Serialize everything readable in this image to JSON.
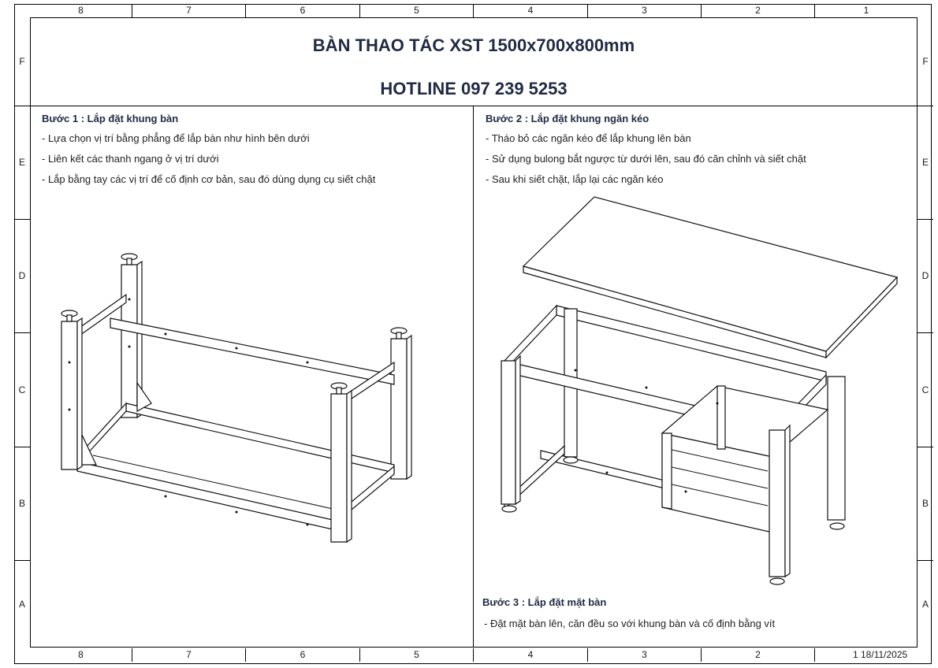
{
  "header": {
    "title": "BÀN THAO TÁC XST 1500x700x800mm",
    "hotline": "HOTLINE 097 239 5253"
  },
  "zones": {
    "columns": [
      "8",
      "7",
      "6",
      "5",
      "4",
      "3",
      "2",
      "1"
    ],
    "rows": [
      "F",
      "E",
      "D",
      "C",
      "B",
      "A"
    ]
  },
  "step1": {
    "heading": "Bước 1 : Lắp đặt khung bàn",
    "lines": [
      "- Lựa chọn vị trí bằng phẳng để lắp bàn như hình bên dưới",
      "- Liên kết các thanh ngang ở vị trí dưới",
      "- Lắp bằng tay các vị trí để cố định cơ bản, sau đó dùng dụng cụ siết chặt"
    ]
  },
  "step2": {
    "heading": "Bước 2 : Lắp đặt khung ngăn kéo",
    "lines": [
      "- Tháo bỏ các ngăn kéo để lắp khung lên bàn",
      "- Sử dụng bulong bắt ngược từ dưới lên, sau đó căn chỉnh và siết chặt",
      "- Sau khi siết chặt, lắp lại các ngăn kéo"
    ]
  },
  "step3": {
    "heading": "Bước 3 : Lắp đặt mặt bàn",
    "lines": [
      "- Đặt mặt bàn lên, căn đều so với khung bàn và cố định bằng vít"
    ]
  },
  "footer": {
    "sheet_date": "1 18/11/2025"
  }
}
